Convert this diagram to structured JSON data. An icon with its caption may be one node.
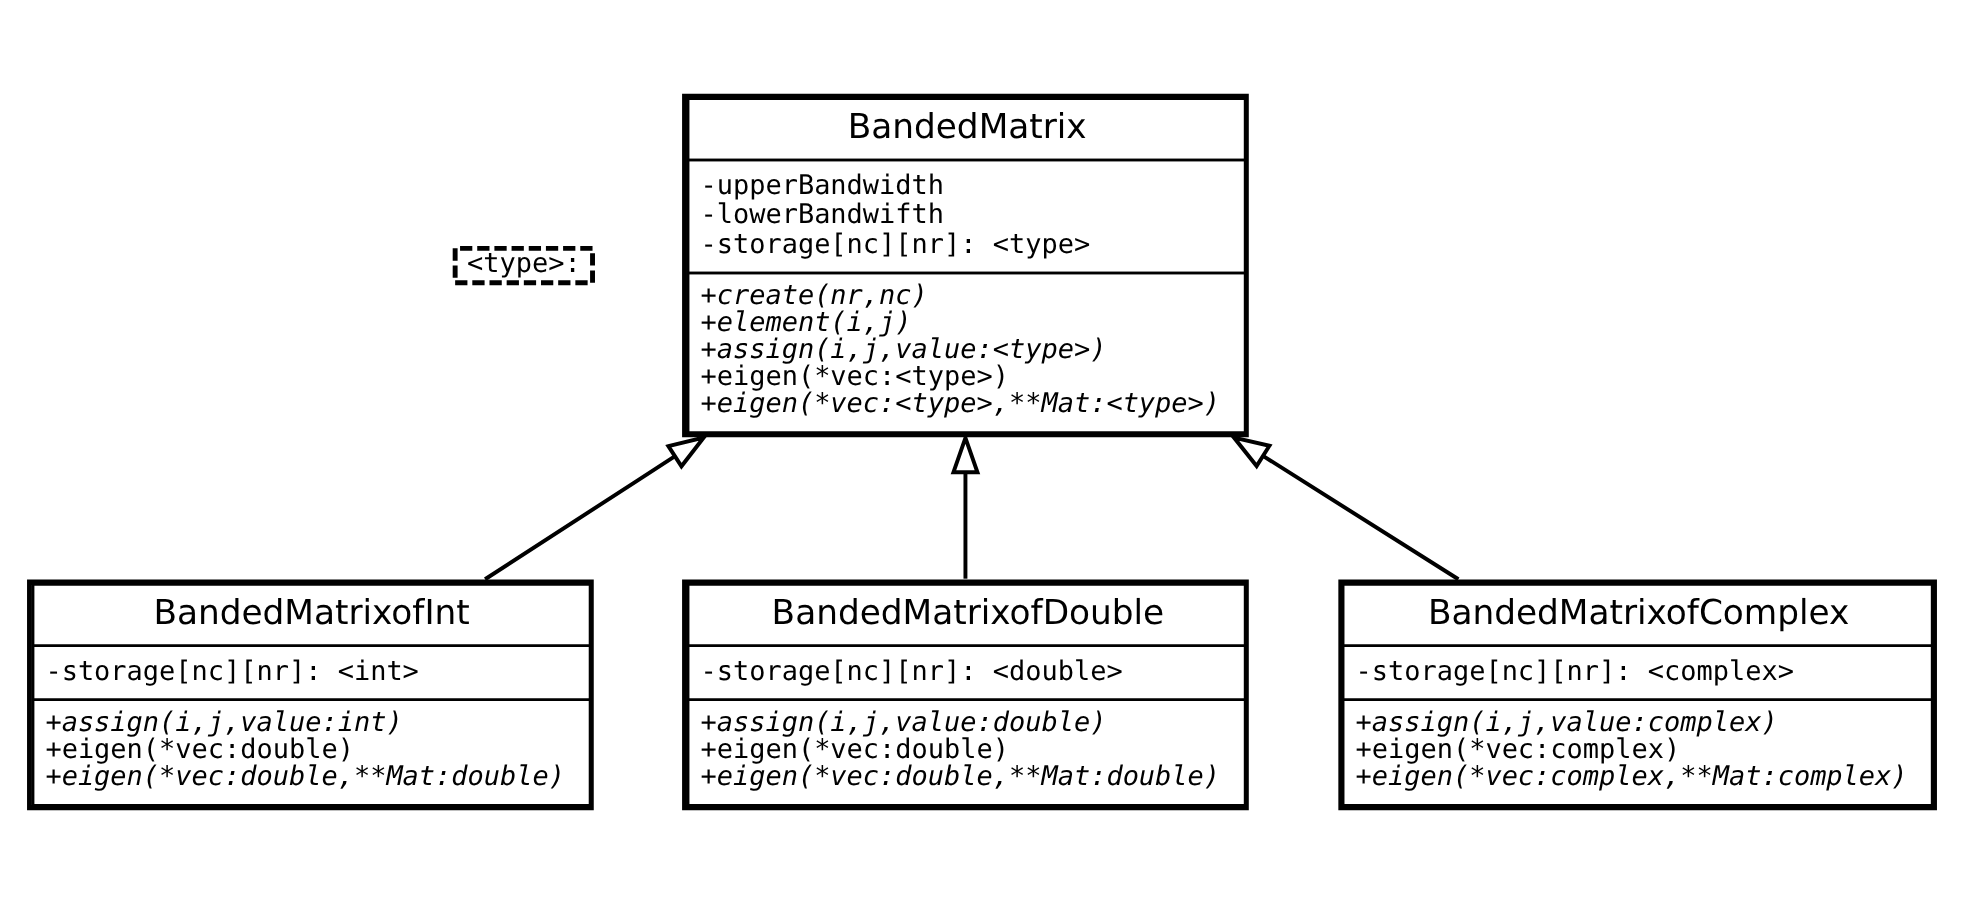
{
  "diagram": {
    "nodes": [
      {
        "text": [
          "<type>:"
        ]
      },
      {
        "text": [
          "BandedMatrix",
          "-upperBandwidth",
          "-lowerBandwifth",
          "-storage[nc][nr]: <type>",
          "+create(nr,nc)",
          "+element(i,j)",
          "+assign(i,j,value:<type>)",
          "+eigen(*vec:<type>)",
          "+eigen(*vec:<type>,**Mat:<type>)"
        ]
      },
      {
        "text": [
          "BandedMatrixofInt",
          "-storage[nc][nr]: <int>",
          "+assign(i,j,value:int)",
          "+eigen(*vec:double)",
          "+eigen(*vec:double,**Mat:double)"
        ]
      },
      {
        "text": [
          "BandedMatrixofDouble",
          "-storage[nc][nr]: <double>",
          "+assign(i,j,value:double)",
          "+eigen(*vec:double)",
          "+eigen(*vec:double,**Mat:double)"
        ]
      },
      {
        "text": [
          "BandedMatrixofComplex",
          "-storage[nc][nr]: <complex>",
          "+assign(i,j,value:complex)",
          "+eigen(*vec:complex)",
          "+eigen(*vec:complex,**Mat:complex)"
        ]
      }
    ],
    "edges": [
      {
        "from": 2,
        "to": 1,
        "arrow": "to"
      },
      {
        "from": 3,
        "to": 1,
        "arrow": "to"
      },
      {
        "from": 4,
        "to": 1,
        "arrow": "to"
      }
    ]
  }
}
